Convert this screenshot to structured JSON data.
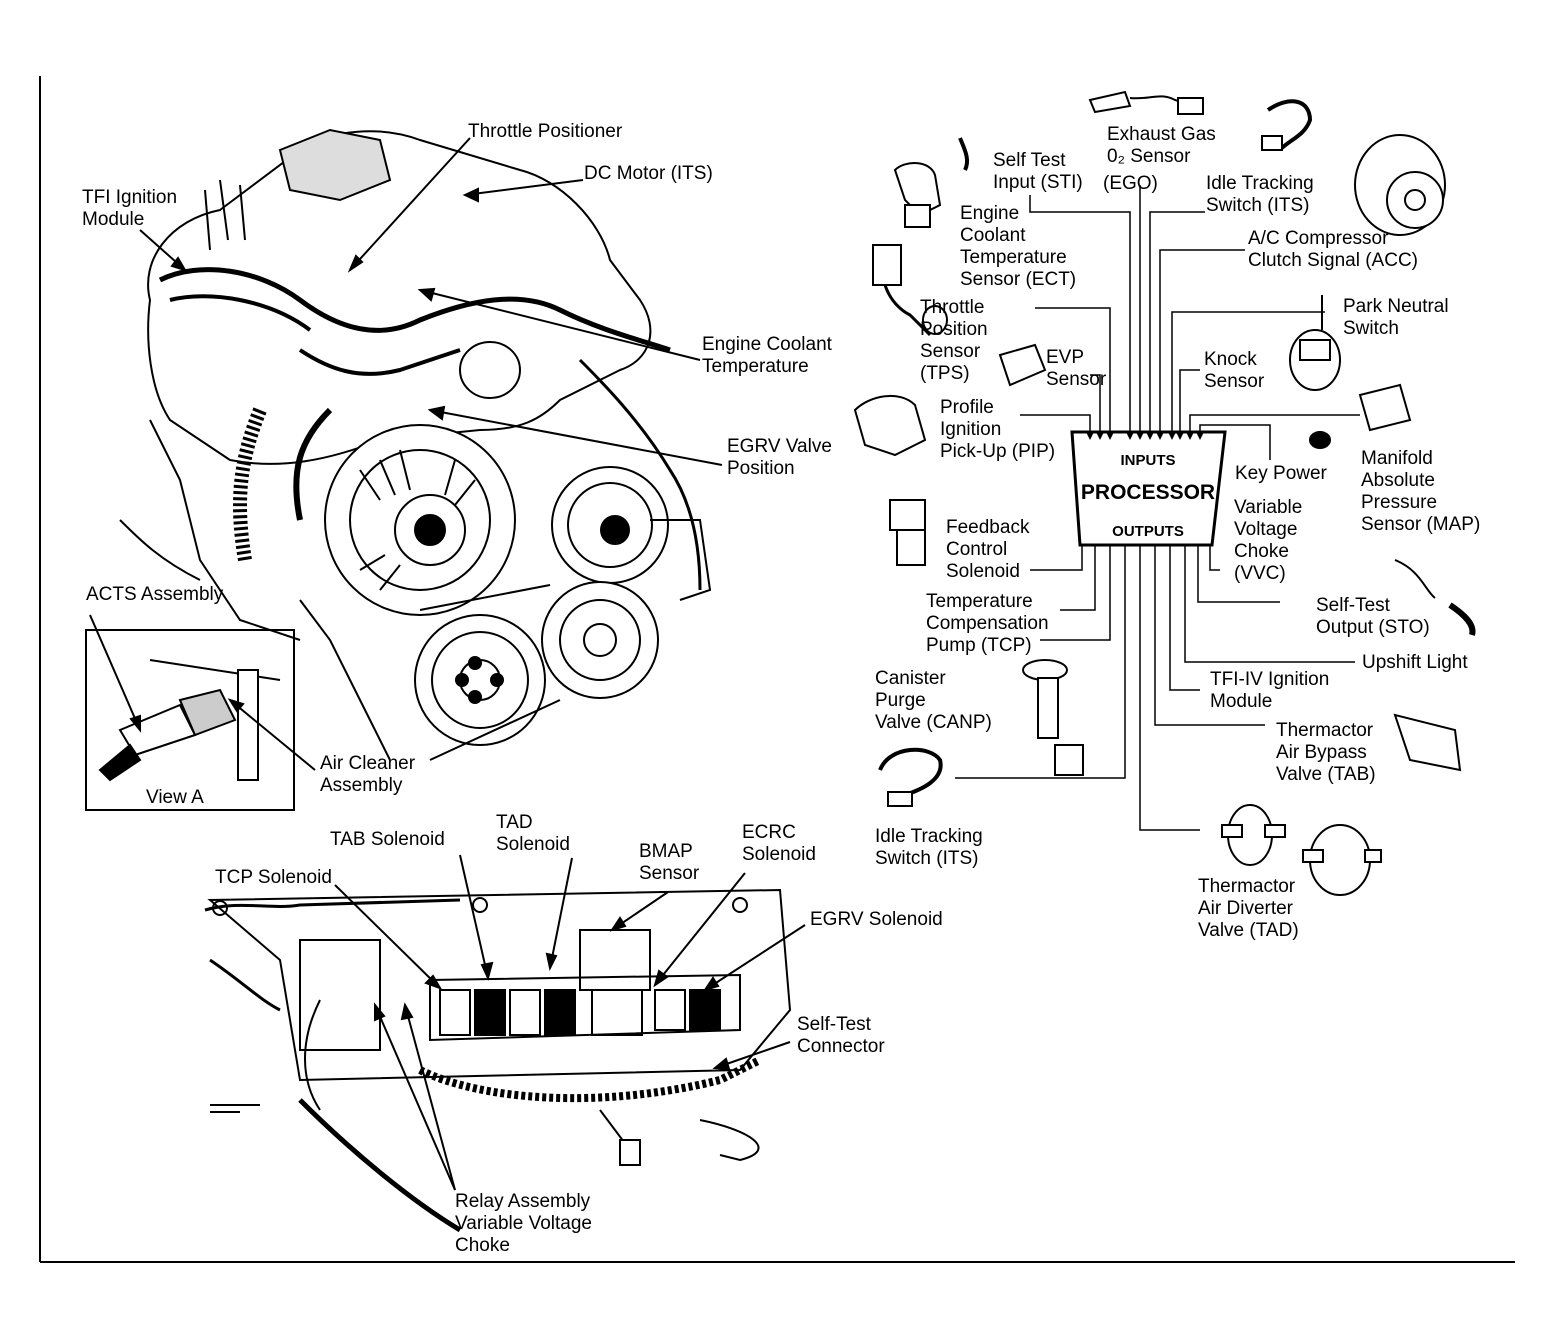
{
  "engine_labels": {
    "throttle_positioner": "Throttle Positioner",
    "dc_motor": "DC Motor (ITS)",
    "tfi_module": "TFI Ignition\nModule",
    "engine_coolant_temp": "Engine Coolant\nTemperature",
    "egrv_valve_position": "EGRV Valve\nPosition",
    "acts_assembly": "ACTS Assembly",
    "air_cleaner": "Air Cleaner\nAssembly",
    "view_a": "View A"
  },
  "relay_labels": {
    "tab_solenoid": "TAB Solenoid",
    "tad_solenoid": "TAD\nSolenoid",
    "bmap_sensor": "BMAP\nSensor",
    "ecrc_solenoid": "ECRC\nSolenoid",
    "tcp_solenoid": "TCP Solenoid",
    "egrv_solenoid": "EGRV Solenoid",
    "self_test_connector": "Self-Test\nConnector",
    "relay_assembly": "Relay Assembly\nVariable Voltage\nChoke"
  },
  "processor": {
    "inputs": "INPUTS",
    "title": "PROCESSOR",
    "outputs": "OUTPUTS"
  },
  "input_labels": {
    "exhaust_gas": "Exhaust Gas\n0₂ Sensor",
    "ego": "(EGO)",
    "self_test_input": "Self Test\nInput (STI)",
    "idle_tracking_in": "Idle Tracking\nSwitch (ITS)",
    "ect": "Engine\nCoolant\nTemperature\nSensor (ECT)",
    "acc": "A/C Compressor\nClutch Signal (ACC)",
    "tps": "Throttle\nPosition\nSensor\n(TPS)",
    "park_neutral": "Park Neutral\nSwitch",
    "evp": "EVP\nSensor",
    "knock": "Knock\nSensor",
    "pip": "Profile\nIgnition\nPick-Up (PIP)",
    "key_power": "Key Power",
    "map": "Manifold\nAbsolute\nPressure\nSensor (MAP)"
  },
  "output_labels": {
    "feedback": "Feedback\nControl\nSolenoid",
    "vvc": "Variable\nVoltage\nChoke\n(VVC)",
    "tcp": "Temperature\nCompensation\nPump (TCP)",
    "sto": "Self-Test\nOutput (STO)",
    "canp": "Canister\nPurge\nValve (CANP)",
    "upshift": "Upshift Light",
    "tfi_iv": "TFI-IV Ignition\nModule",
    "tab": "Thermactor\nAir Bypass\nValve (TAB)",
    "idle_tracking_out": "Idle Tracking\nSwitch (ITS)",
    "tad": "Thermactor\nAir Diverter\nValve (TAD)"
  },
  "colors": {
    "ink": "#000000",
    "paper": "#ffffff"
  }
}
